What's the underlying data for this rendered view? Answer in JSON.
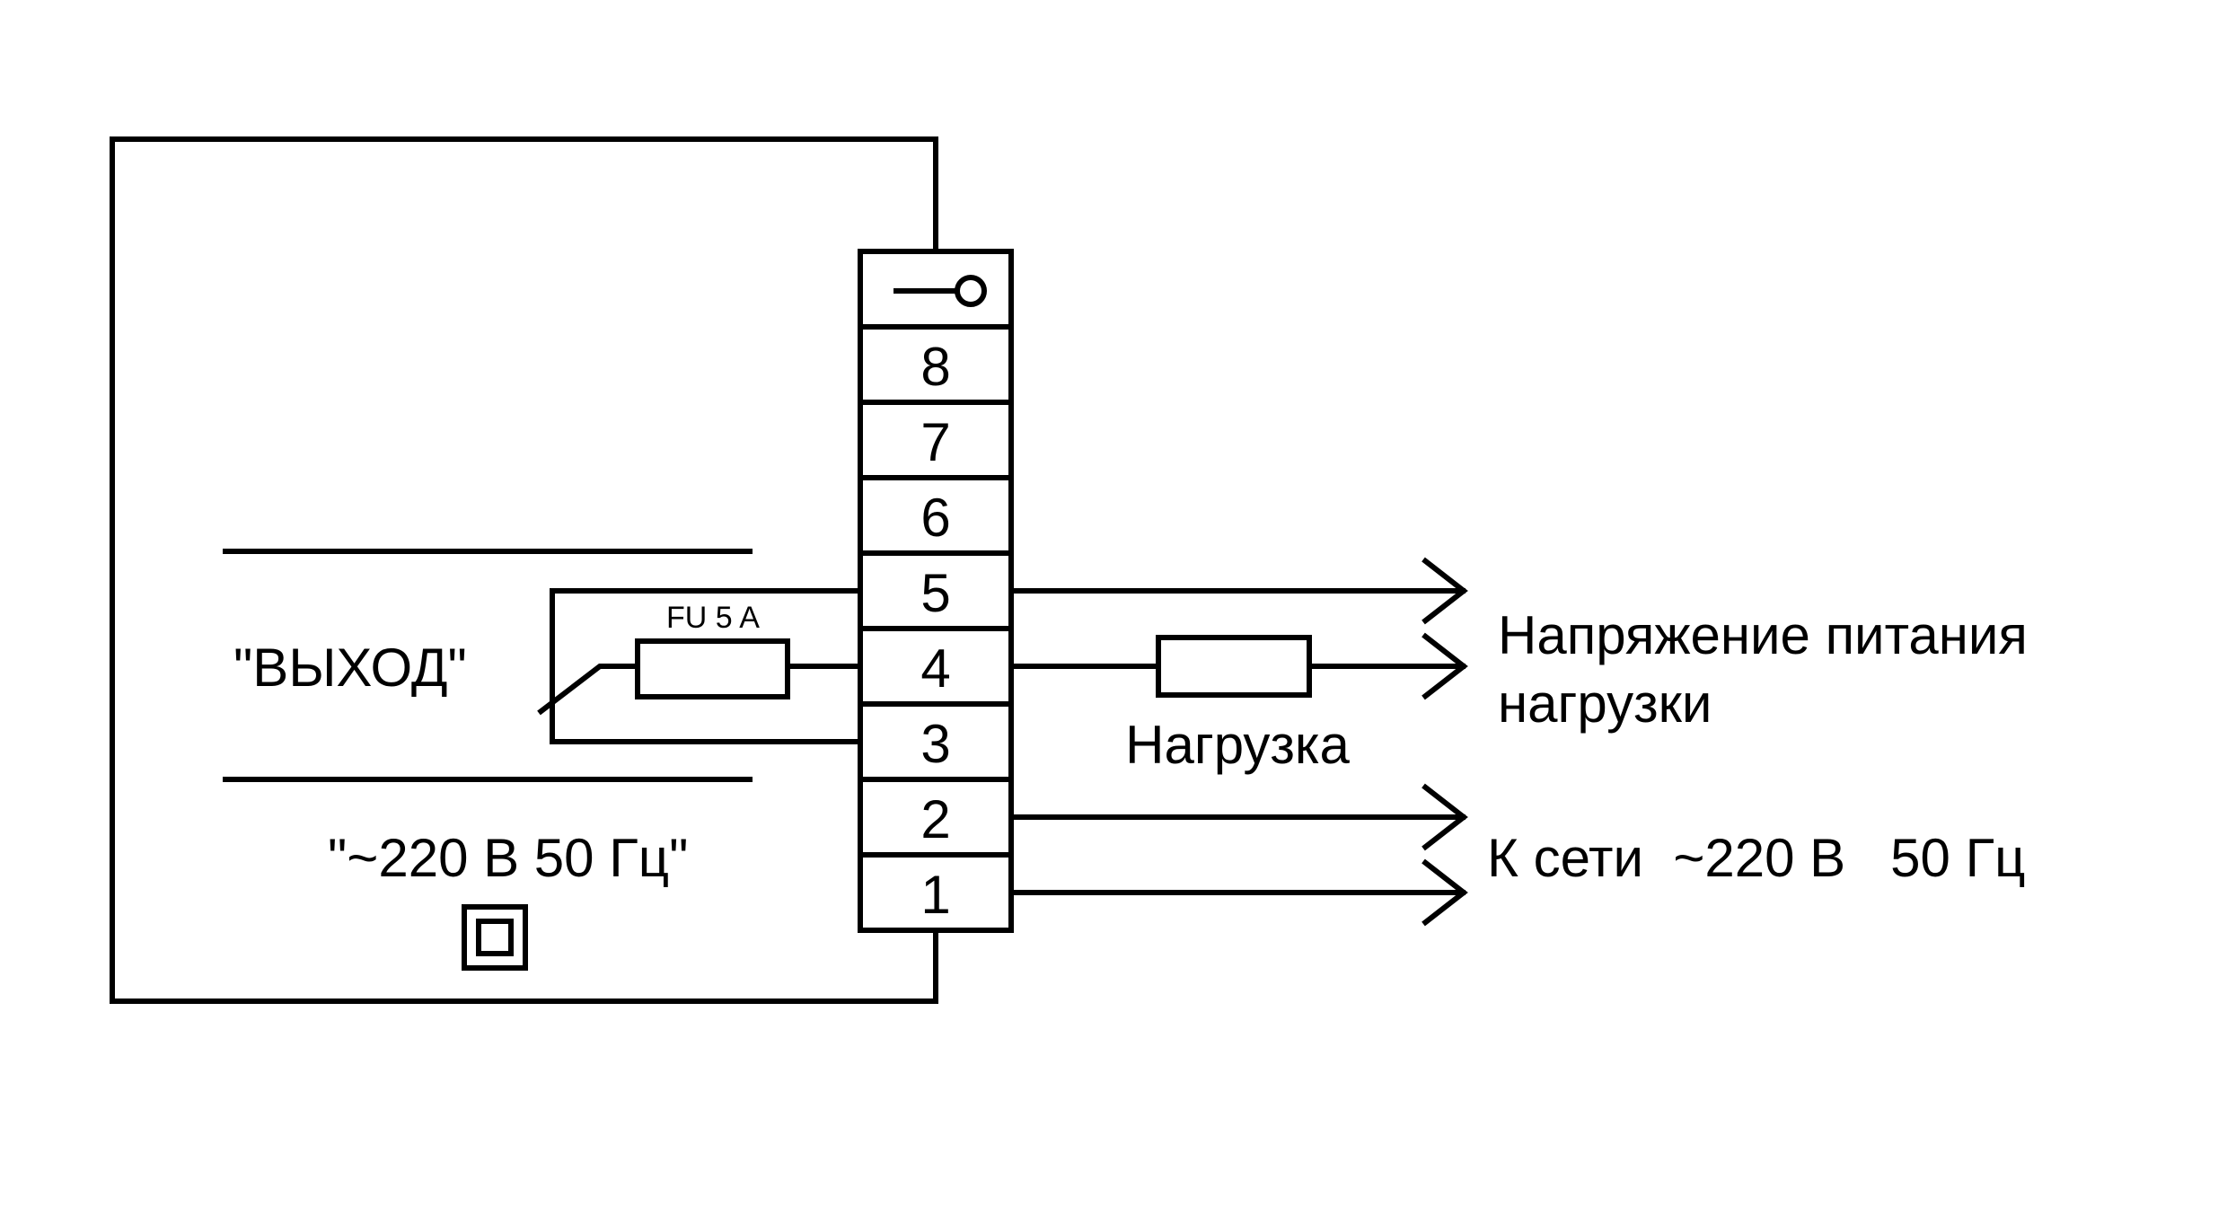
{
  "diagram": {
    "device_output_label": "\"ВЫХОД\"",
    "device_power_label": "\"~220 В 50 Гц\"",
    "fuse_label": "FU 5 A",
    "load_label": "Нагрузка",
    "supply_label_line1": "Напряжение питания",
    "supply_label_line2": "нагрузки",
    "mains_label": "К сети  ~220 В   50 Гц",
    "terminals": [
      "8",
      "7",
      "6",
      "5",
      "4",
      "3",
      "2",
      "1"
    ],
    "icons": {
      "ground_terminal": "ground-terminal-icon",
      "double_insulation": "double-insulation-icon"
    }
  }
}
